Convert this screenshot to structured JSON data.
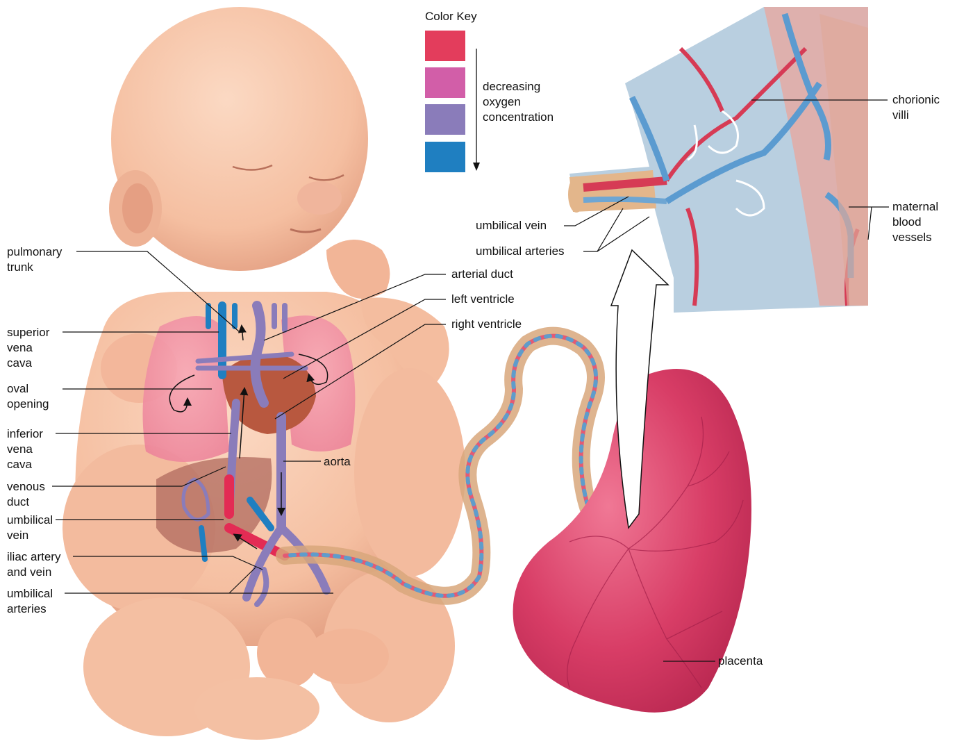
{
  "color_key": {
    "title": "Color Key",
    "swatches": [
      "#e33d5c",
      "#d25ea8",
      "#8a7cba",
      "#1f7fc1"
    ],
    "note": "decreasing\noxygen\nconcentration"
  },
  "labels": {
    "pulmonary_trunk": "pulmonary\ntrunk",
    "superior_vena_cava": "superior\nvena\ncava",
    "oval_opening": "oval\nopening",
    "inferior_vena_cava": "inferior\nvena\ncava",
    "venous_duct": "venous\nduct",
    "umbilical_vein_fetus": "umbilical\nvein",
    "iliac_artery_and_vein": "iliac artery\nand vein",
    "umbilical_arteries_fetus": "umbilical\narteries",
    "arterial_duct": "arterial duct",
    "left_ventricle": "left ventricle",
    "right_ventricle": "right ventricle",
    "aorta": "aorta",
    "umbilical_vein_placenta": "umbilical vein",
    "umbilical_arteries_placenta": "umbilical arteries",
    "chorionic_villi": "chorionic\nvilli",
    "maternal_blood_vessels": "maternal\nblood\nvessels",
    "placenta": "placenta"
  },
  "colors": {
    "skin": "#f6c4a8",
    "skin_shadow": "#e9a487",
    "placenta": "#d23e66",
    "oxygenated": "#e33d5c",
    "deoxygenated": "#1f7fc1",
    "mixed": "#8a7cba"
  }
}
